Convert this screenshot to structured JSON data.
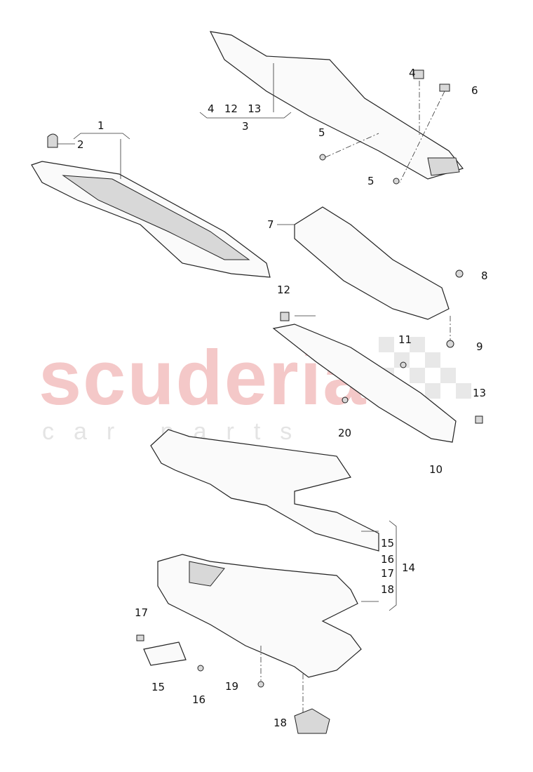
{
  "watermark": {
    "brand": "scuderia",
    "sub": "car parts"
  },
  "callouts": [
    {
      "id": "1",
      "text": "1"
    },
    {
      "id": "2",
      "text": "2"
    },
    {
      "id": "3",
      "text": "3"
    },
    {
      "id": "3-sub",
      "text": "4   12   13"
    },
    {
      "id": "4",
      "text": "4"
    },
    {
      "id": "5a",
      "text": "5"
    },
    {
      "id": "5b",
      "text": "5"
    },
    {
      "id": "6",
      "text": "6"
    },
    {
      "id": "7",
      "text": "7"
    },
    {
      "id": "8",
      "text": "8"
    },
    {
      "id": "9",
      "text": "9"
    },
    {
      "id": "10",
      "text": "10"
    },
    {
      "id": "11",
      "text": "11"
    },
    {
      "id": "12",
      "text": "12"
    },
    {
      "id": "13",
      "text": "13"
    },
    {
      "id": "20",
      "text": "20"
    },
    {
      "id": "14",
      "text": "14"
    },
    {
      "id": "14-15",
      "text": "15"
    },
    {
      "id": "14-16",
      "text": "16"
    },
    {
      "id": "14-17",
      "text": "17"
    },
    {
      "id": "14-18",
      "text": "18"
    },
    {
      "id": "17",
      "text": "17"
    },
    {
      "id": "15",
      "text": "15"
    },
    {
      "id": "16",
      "text": "16"
    },
    {
      "id": "19",
      "text": "19"
    },
    {
      "id": "18",
      "text": "18"
    }
  ]
}
